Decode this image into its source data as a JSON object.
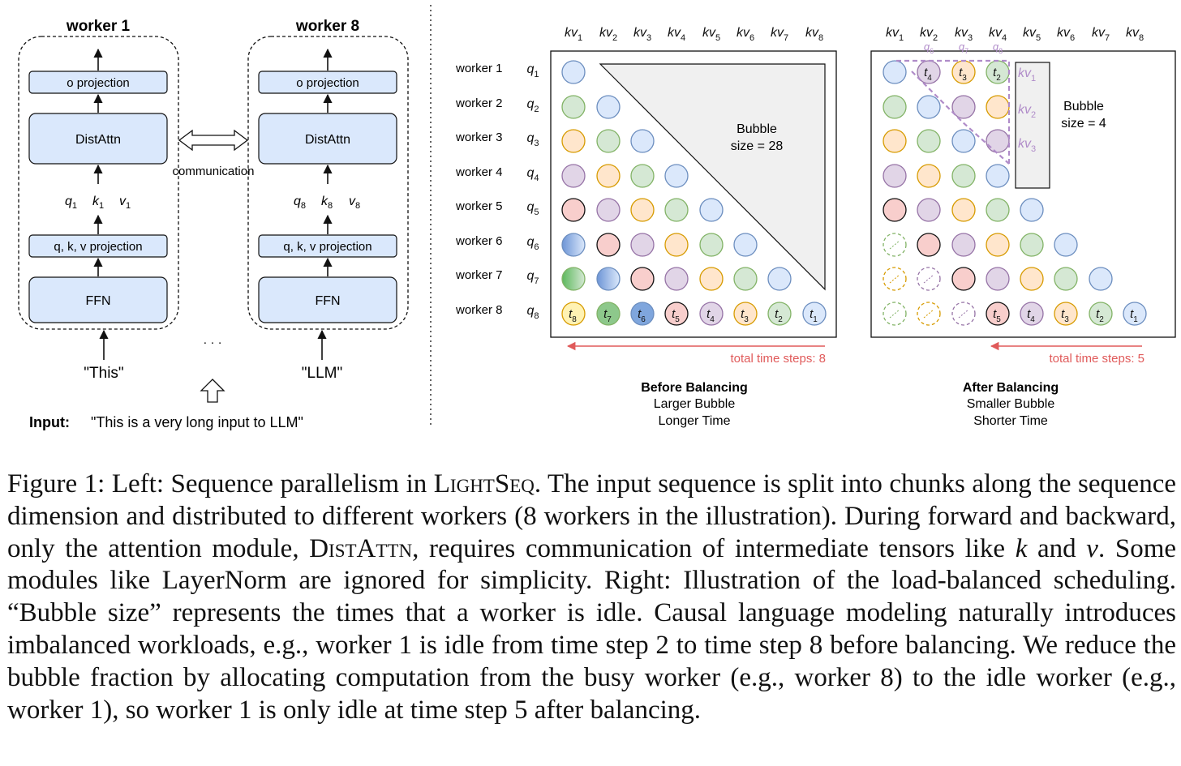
{
  "left": {
    "worker1_title": "worker 1",
    "worker8_title": "worker 8",
    "o_proj": "o projection",
    "distattn": "DistAttn",
    "qkv_proj": "q, k, v projection",
    "ffn": "FFN",
    "communication": "communication",
    "q1": "q",
    "q1_sub": "1",
    "k1": "k",
    "k1_sub": "1",
    "v1": "v",
    "v1_sub": "1",
    "q8": "q",
    "q8_sub": "8",
    "k8": "k",
    "k8_sub": "8",
    "v8": "v",
    "v8_sub": "8",
    "token_first": "\"This\"",
    "token_last": "\"LLM\"",
    "ellipsis": "· · ·",
    "input_label": "Input:",
    "input_text": "\"This is a very long input to LLM\""
  },
  "right": {
    "kv_headers": [
      "kv1",
      "kv2",
      "kv3",
      "kv4",
      "kv5",
      "kv6",
      "kv7",
      "kv8"
    ],
    "worker_labels": [
      "worker 1",
      "worker 2",
      "worker 3",
      "worker 4",
      "worker 5",
      "worker 6",
      "worker 7",
      "worker 8"
    ],
    "q_labels": [
      "q1",
      "q2",
      "q3",
      "q4",
      "q5",
      "q6",
      "q7",
      "q8"
    ],
    "before": {
      "bubble_line1": "Bubble",
      "bubble_line2": "size = 28",
      "time_label": "total time steps: 8",
      "caption_bold": "Before Balancing",
      "caption_line2": "Larger Bubble",
      "caption_line3": "Longer Time",
      "time_tags": [
        "t8",
        "t7",
        "t6",
        "t5",
        "t4",
        "t3",
        "t2",
        "t1"
      ]
    },
    "after": {
      "bubble_line1": "Bubble",
      "bubble_line2": "size = 4",
      "time_label": "total time steps: 5",
      "caption_bold": "After Balancing",
      "caption_line2": "Smaller Bubble",
      "caption_line3": "Shorter Time",
      "row1_tags": [
        "t4",
        "t3",
        "t2"
      ],
      "moved_q": [
        "q6",
        "q7",
        "q8"
      ],
      "moved_kv": [
        "kv1",
        "kv2",
        "kv3"
      ],
      "row8_tags": [
        "t5",
        "t4",
        "t3",
        "t2",
        "t1"
      ]
    }
  },
  "colors": {
    "blue": "#dbe8fb",
    "blue_stroke": "#6c8ebf",
    "green": "#d5e8d4",
    "green_stroke": "#82b366",
    "orange": "#ffe6cc",
    "orange_stroke": "#d79b00",
    "purple": "#e1d5e7",
    "purple_stroke": "#9673a6",
    "red": "#f8cecc",
    "red_stroke": "#111111",
    "yellow": "#fff2b3",
    "box_fill": "#dae8fc",
    "time_red": "#e05a5a",
    "moved_purple": "#b08cc9"
  },
  "caption": {
    "p1": "Figure 1: Left: Sequence parallelism in ",
    "lightseq": "LightSeq",
    "p2": ". The input sequence is split into chunks along the sequence dimension and distributed to different workers (8 workers in the illustration). During forward and backward, only the attention module, ",
    "distattn": "DistAttn",
    "p3": ", requires communication of intermediate tensors like ",
    "k": "k",
    "p4": " and ",
    "v": "v",
    "p5": ".  Some modules like LayerNorm are ignored for simplicity.  Right: Illustration of the load-balanced scheduling. “Bubble size” represents the times that a worker is idle. Causal language modeling naturally introduces imbalanced workloads, e.g., worker 1 is idle from time step 2 to time step 8 before balancing. We reduce the bubble fraction by allocating computation from the busy worker (e.g., worker 8) to the idle worker (e.g., worker 1), so worker 1 is only idle at time step 5 after balancing."
  }
}
